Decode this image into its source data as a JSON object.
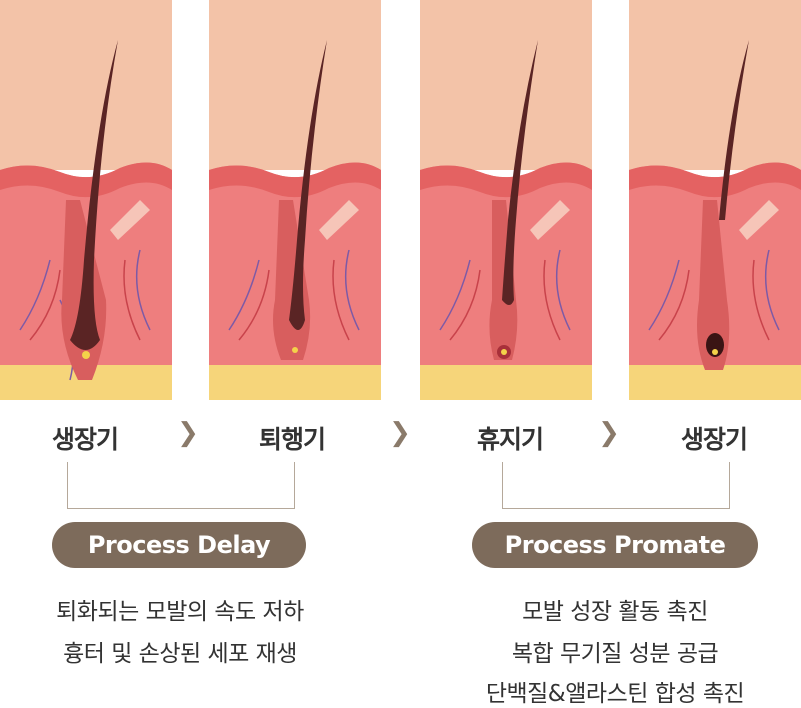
{
  "stages": [
    {
      "label": "생장기"
    },
    {
      "label": "퇴행기"
    },
    {
      "label": "휴지기"
    },
    {
      "label": "생장기"
    }
  ],
  "arrow_glyph": "❯",
  "groups": [
    {
      "title": "Process Delay",
      "lines": [
        "퇴화되는 모발의 속도 저하",
        "흉터 및 손상된 세포 재생"
      ]
    },
    {
      "title": "Process Promate",
      "lines": [
        "모발 성장 활동 촉진",
        "복합 무기질 성분 공급",
        "단백질&앨라스틴 합성 촉진"
      ]
    }
  ],
  "colors": {
    "skin_top": "#f3c3a8",
    "dermis": "#ee7e7e",
    "fat": "#f6d57a",
    "hair": "#5a2424",
    "pill": "#7d6b5b",
    "bracket": "#b5a89a"
  }
}
